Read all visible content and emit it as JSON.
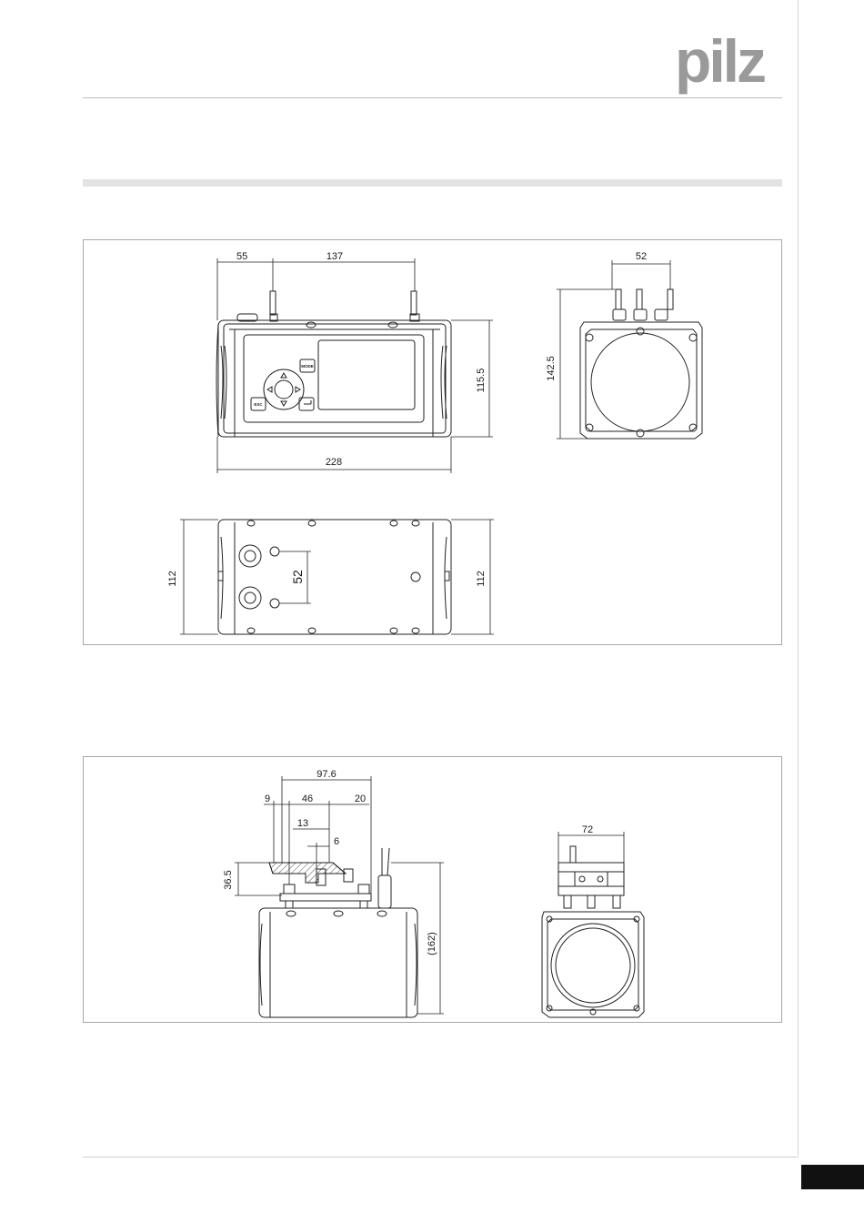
{
  "brand": {
    "logo_text": "pilz"
  },
  "device_labels": {
    "mode_key": "MODE",
    "esc_key": "ESC"
  },
  "drawing1": {
    "front_dims": {
      "d55": "55",
      "d137": "137",
      "d115_5": "115.5",
      "d228": "228"
    },
    "side_dims": {
      "d52": "52",
      "d142_5": "142.5"
    },
    "bottom_dims": {
      "d112_left": "112",
      "d52_vertical": "52",
      "d112_right": "112"
    }
  },
  "drawing2": {
    "front_dims": {
      "d97_6": "97.6",
      "d9": "9",
      "d46": "46",
      "d20": "20",
      "d13": "13",
      "d6": "6",
      "d36_5": "36.5",
      "d162": "(162)"
    },
    "side_dims": {
      "d72": "72"
    }
  },
  "colors": {
    "logo_gray": "#9a9a9a",
    "rule_gray": "#bdbdbd",
    "bar_gray": "#e3e3e3",
    "tab_black": "#111111"
  }
}
